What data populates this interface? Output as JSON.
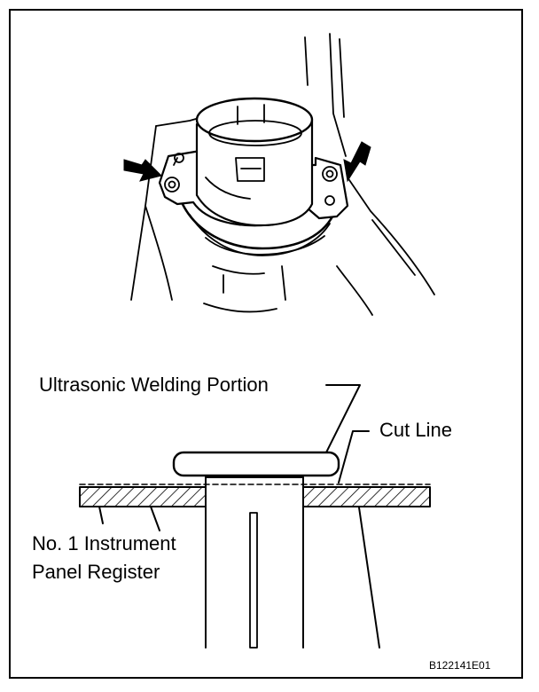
{
  "labels": {
    "welding": "Ultrasonic Welding Portion",
    "cut_line": "Cut Line",
    "register_line1": "No. 1 Instrument",
    "register_line2": "Panel Register"
  },
  "figure_code": "B122141E01",
  "icons": {
    "arrow_left": "bold-arrow-icon",
    "arrow_right": "bold-arrow-icon"
  },
  "colors": {
    "ink": "#000000",
    "paper": "#ffffff"
  }
}
